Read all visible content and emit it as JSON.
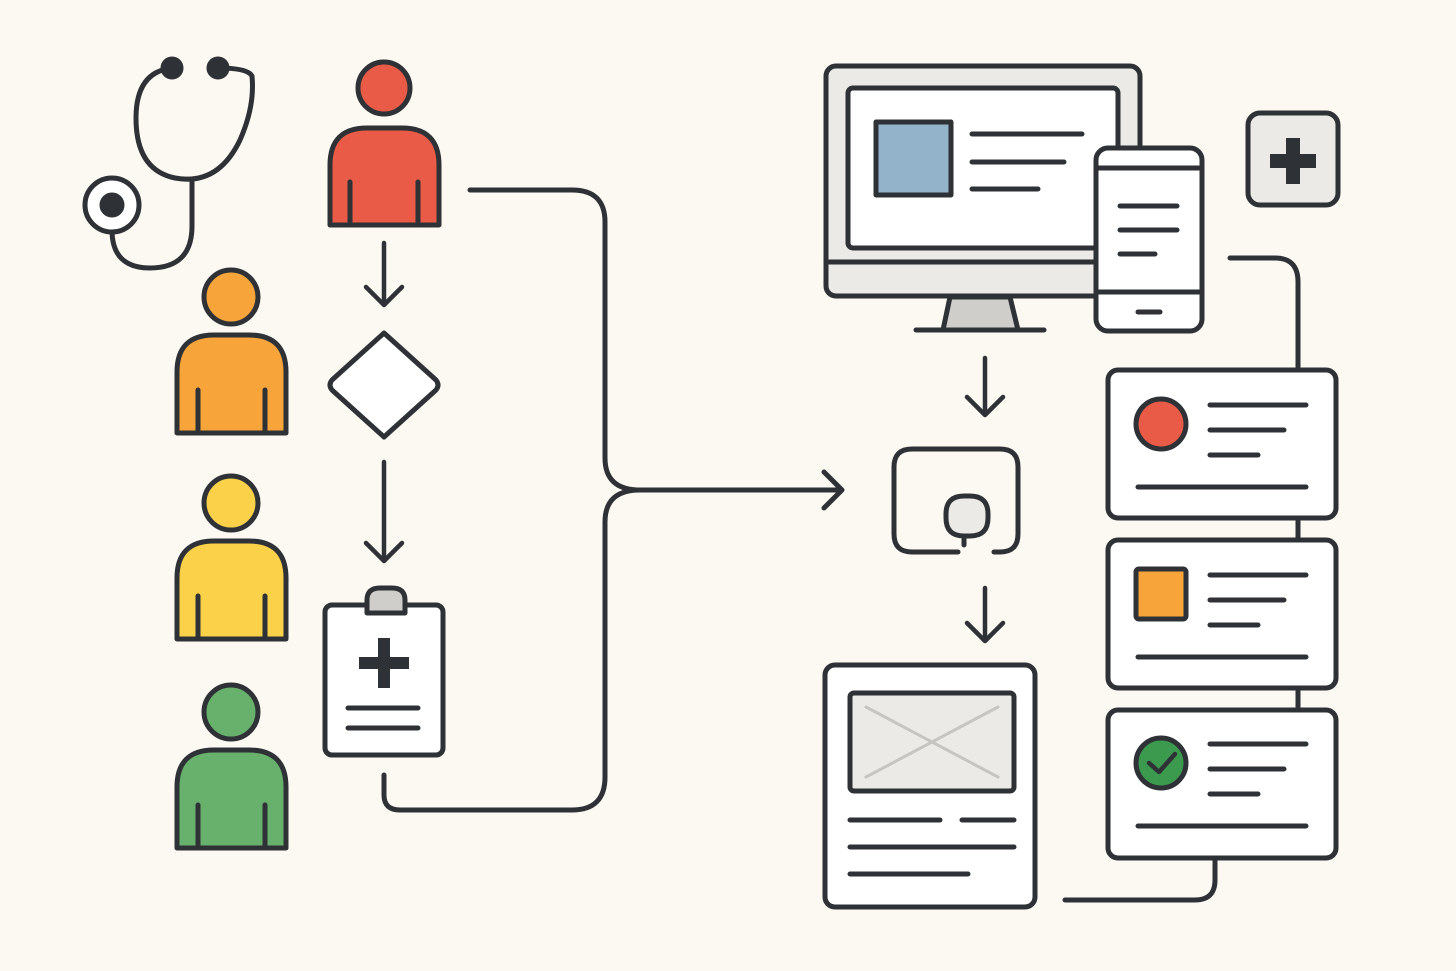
{
  "colors": {
    "background": "#fcf9f3",
    "stroke": "#2e3136",
    "patient_red": "#ea5b47",
    "patient_orange": "#f7a53a",
    "patient_yellow": "#fbd14a",
    "patient_green": "#68b16c",
    "screen_blue": "#93b3cb",
    "device_gray": "#ebeae6",
    "device_dark": "#d0cecb",
    "status_green": "#3c9a4e",
    "white": "#ffffff"
  },
  "icons": {
    "stethoscope": "stethoscope-icon",
    "patients": [
      "patient-red-icon",
      "patient-orange-icon",
      "patient-yellow-icon",
      "patient-green-icon"
    ],
    "decision": "decision-diamond-icon",
    "clipboard": "medical-clipboard-icon",
    "monitor": "desktop-monitor-icon",
    "phone": "mobile-phone-icon",
    "medical_badge": "medical-cross-icon",
    "processor": "processing-node-icon",
    "report": "report-document-icon",
    "records": [
      "record-card-red-status",
      "record-card-orange-status",
      "record-card-green-check"
    ]
  }
}
